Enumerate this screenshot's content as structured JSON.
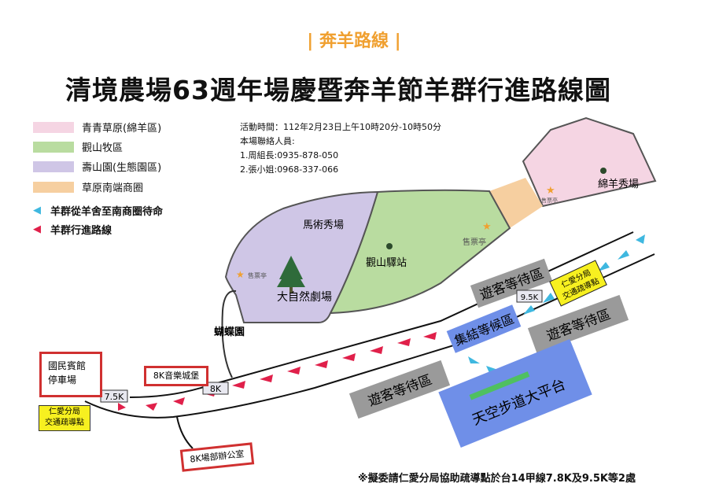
{
  "subtitle": "| 奔羊路線 |",
  "title": "清境農場63週年場慶暨奔羊節羊群行進路線圖",
  "legend": [
    {
      "label": "青青草原(綿羊區)",
      "color": "#f5d5e3"
    },
    {
      "label": "觀山牧區",
      "color": "#b9dca0"
    },
    {
      "label": "壽山園(生態園區)",
      "color": "#cfc6e6"
    },
    {
      "label": "草原南端商圈",
      "color": "#f6cfa0"
    },
    {
      "label": "羊群從羊舍至南商圈待命",
      "color": "#3fb8e0"
    },
    {
      "label": "羊群行進路線",
      "color": "#e0204a"
    }
  ],
  "info": {
    "time": "活動時間：112年2月23日上午10時20分-10時50分",
    "contacts_label": "本場聯絡人員:",
    "contact1": "1.周組長:0935-878-050",
    "contact2": "2.張小姐:0968-337-066"
  },
  "map": {
    "mianyang_show": "綿羊秀場",
    "ticket": "售票亭",
    "horse_show": "馬術秀場",
    "guanshan_station": "觀山驛站",
    "theater": "大自然劇場",
    "butterfly": "蝴蝶園",
    "waiting": "遊客等待區",
    "gathering": "集結等候區",
    "skywalk": "天空步道大平台",
    "police": "仁愛分局\n交通疏導點",
    "police_l1": "仁愛分局",
    "police_l2": "交通疏導點",
    "km95": "9.5K",
    "km8": "8K",
    "km75": "7.5K",
    "guesthouse_l1": "國民賓館",
    "guesthouse_l2": "停車場",
    "music_castle": "8K音樂城堡",
    "office": "8K場部辦公室"
  },
  "footnote": "※擬委請仁愛分局協助疏導點於台14甲線7.8K及9.5K等2處"
}
